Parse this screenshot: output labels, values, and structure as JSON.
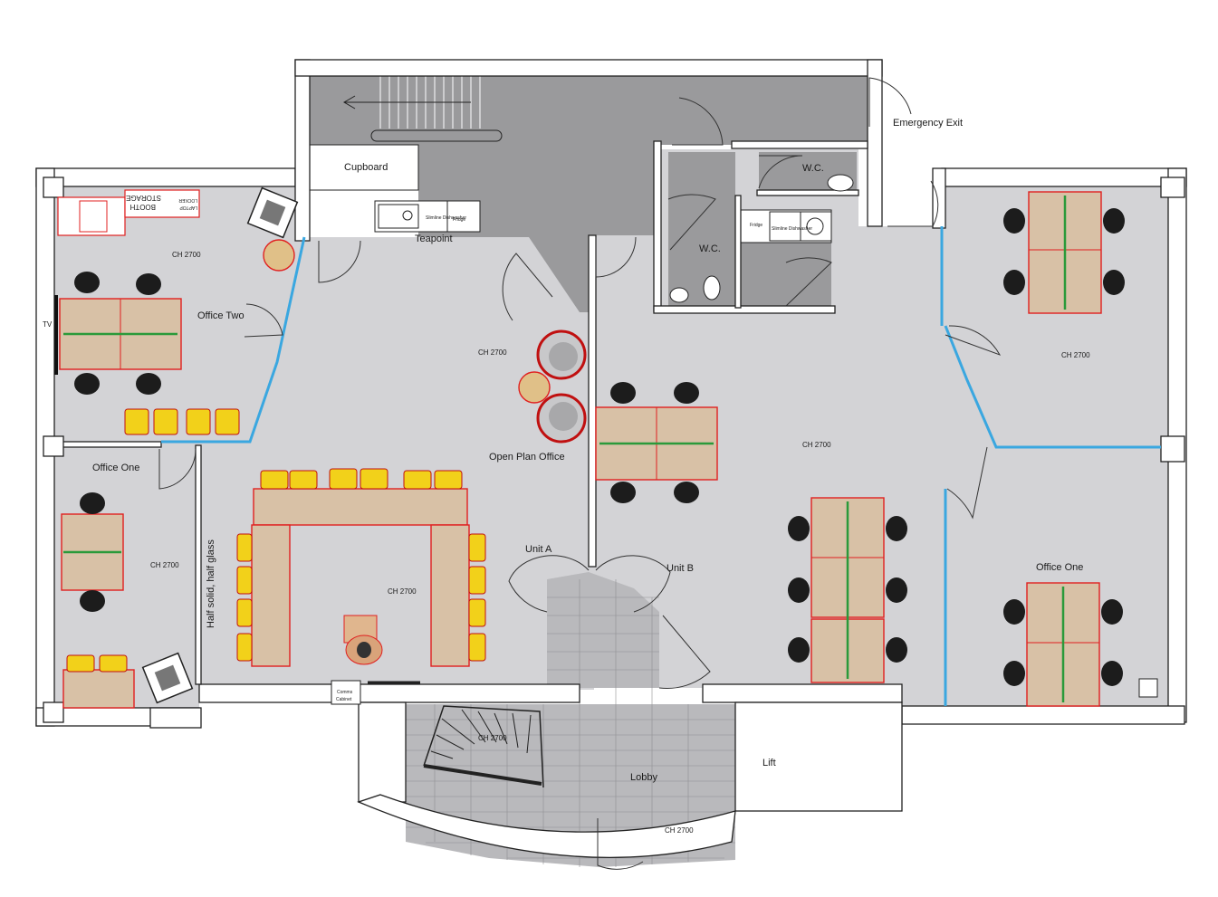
{
  "labels": {
    "emergency_exit": "Emergency Exit",
    "cupboard": "Cupboard",
    "teapoint": "Teapoint",
    "wc_1": "W.C.",
    "wc_2": "W.C.",
    "office_two": "Office Two",
    "office_one_left": "Office One",
    "office_one_right": "Office One",
    "open_plan_office": "Open Plan Office",
    "unit_a": "Unit A",
    "unit_b": "Unit B",
    "lobby": "Lobby",
    "lift": "Lift",
    "tv": "TV",
    "partition_note": "Half solid, half glass",
    "comms_cabinet_1": "Comms",
    "comms_cabinet_2": "Cabinet",
    "locker_storage": "LOCKER",
    "laptop_storage": "LAPTOP",
    "booth_storage_1": "STORAGE",
    "booth_storage_2": "BOOTH",
    "fridge_1": "Fridge",
    "fridge_2": "Fridge",
    "dishwasher_1": "Slimline Dishwasher",
    "dishwasher_2": "Slimline Dishwasher"
  },
  "ceiling_heights": {
    "office_two": "CH 2700",
    "open_plan_upper": "CH 2700",
    "office_one_left": "CH 2700",
    "open_plan_center": "CH 2700",
    "right_upper_office": "CH 2700",
    "open_plan_right": "CH 2700",
    "lobby_stair": "CH 2700",
    "lobby_lower": "CH 2700"
  },
  "colors": {
    "floor": "#d3d3d6",
    "core": "#9a9a9c",
    "desk": "#d8c1a6",
    "desk_outline": "#e02020",
    "seating": "#f2d11a",
    "glazing": "#3aa7e0",
    "cable_tray": "#2a9a3a"
  }
}
